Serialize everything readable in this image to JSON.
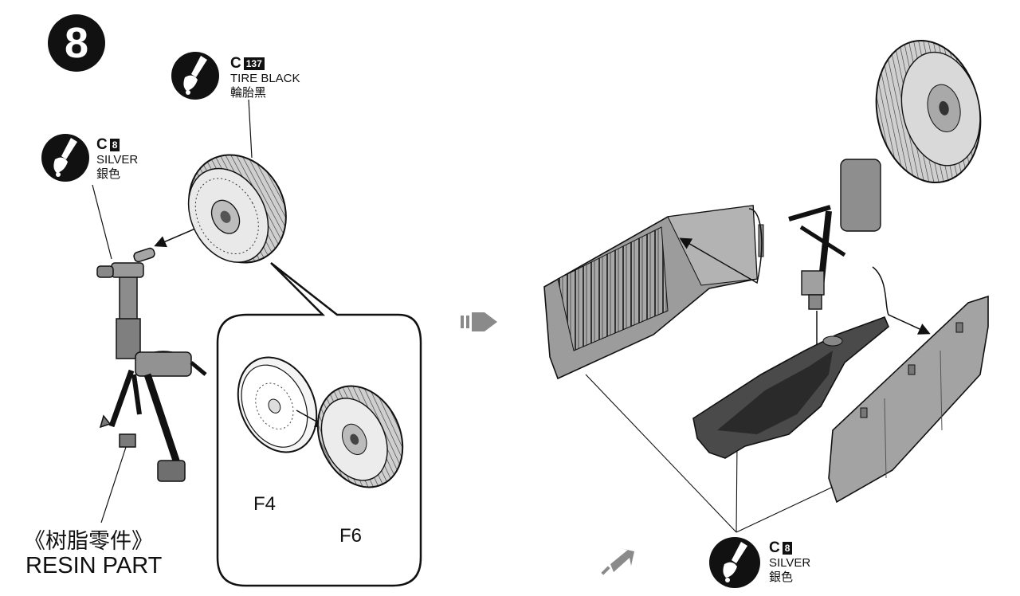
{
  "step": {
    "number": "8"
  },
  "paints": [
    {
      "id": "tire-black",
      "code_letter": "C",
      "code_number": "137",
      "name": "TIRE BLACK",
      "name_cn": "輪胎黑",
      "icon": "paint-brush-icon"
    },
    {
      "id": "silver-left",
      "code_letter": "C",
      "code_number": "8",
      "name": "SILVER",
      "name_cn": "銀色",
      "icon": "paint-brush-icon"
    },
    {
      "id": "silver-right",
      "code_letter": "C",
      "code_number": "8",
      "name": "SILVER",
      "name_cn": "銀色",
      "icon": "paint-brush-icon"
    }
  ],
  "parts": {
    "f4": "F4",
    "f6": "F6"
  },
  "resin": {
    "label_cn": "《树脂零件》",
    "label_en": "RESIN PART"
  },
  "icons": {
    "next_arrow": "double-arrow-right-icon",
    "view_arrow": "double-arrow-diagonal-icon"
  },
  "colors": {
    "ink": "#111111",
    "grey_part": "#9a9a9a",
    "arrow_grey": "#8a8a8a"
  }
}
